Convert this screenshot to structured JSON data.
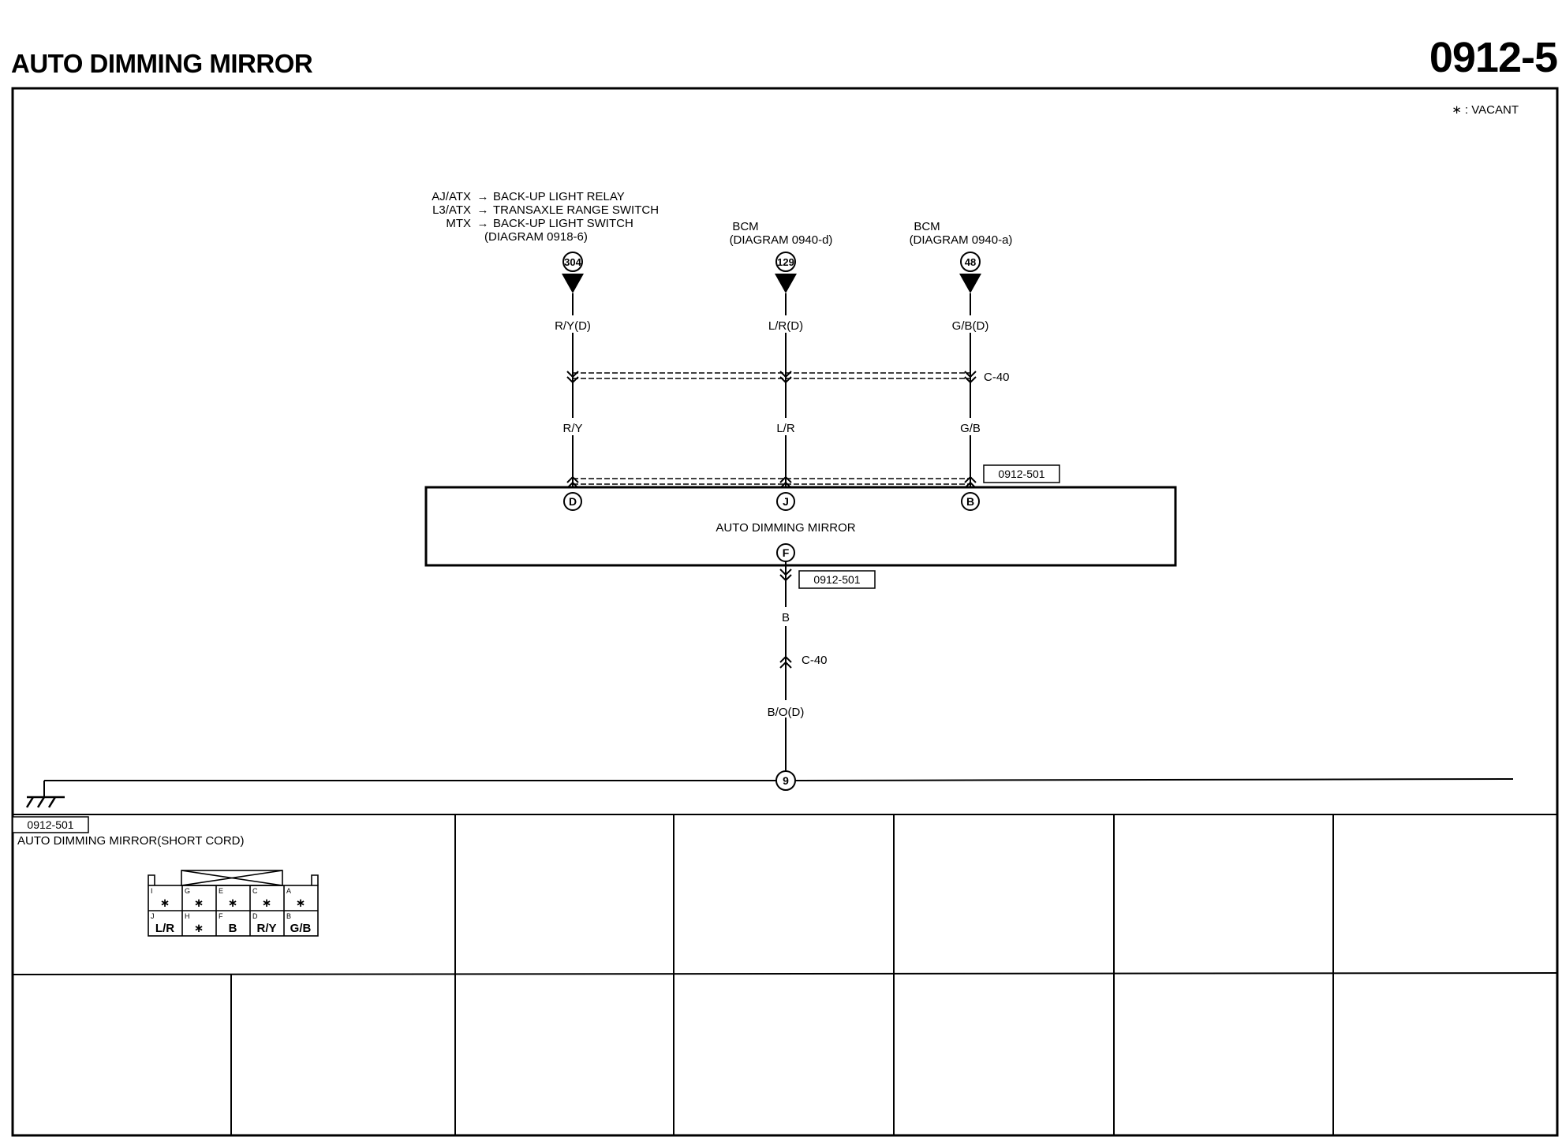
{
  "header": {
    "title": "AUTO DIMMING MIRROR",
    "page_number": "0912-5",
    "legend_note": "∗ : VACANT"
  },
  "sources": {
    "left": {
      "lines": [
        {
          "prefix": "AJ/ATX",
          "target": "BACK-UP LIGHT RELAY"
        },
        {
          "prefix": "L3/ATX",
          "target": "TRANSAXLE RANGE SWITCH"
        },
        {
          "prefix": "MTX",
          "target": "BACK-UP LIGHT SWITCH"
        }
      ],
      "diagram_ref": "(DIAGRAM 0918-6)",
      "circuit": "304"
    },
    "middle": {
      "name": "BCM",
      "diagram_ref": "(DIAGRAM 0940-d)",
      "circuit": "129"
    },
    "right": {
      "name": "BCM",
      "diagram_ref": "(DIAGRAM 0940-a)",
      "circuit": "48"
    }
  },
  "wires": {
    "upper": [
      "R/Y(D)",
      "L/R(D)",
      "G/B(D)"
    ],
    "lower": [
      "R/Y",
      "L/R",
      "G/B"
    ],
    "ground_upper": "B",
    "ground_lower": "B/O(D)"
  },
  "connectors": {
    "upper_c40": "C-40",
    "lower_c40": "C-40",
    "mirror_top_ref": "0912-501",
    "mirror_bottom_ref": "0912-501"
  },
  "component": {
    "name": "AUTO DIMMING MIRROR",
    "pins_top": [
      "D",
      "J",
      "B"
    ],
    "pin_bottom": "F"
  },
  "ground": {
    "junction": "9"
  },
  "connector_view": {
    "ref": "0912-501",
    "name": "AUTO DIMMING MIRROR(SHORT CORD)",
    "top_row": [
      {
        "pin": "I",
        "value": "∗"
      },
      {
        "pin": "G",
        "value": "∗"
      },
      {
        "pin": "E",
        "value": "∗"
      },
      {
        "pin": "C",
        "value": "∗"
      },
      {
        "pin": "A",
        "value": "∗"
      }
    ],
    "bottom_row": [
      {
        "pin": "J",
        "value": "L/R"
      },
      {
        "pin": "H",
        "value": "∗"
      },
      {
        "pin": "F",
        "value": "B"
      },
      {
        "pin": "D",
        "value": "R/Y"
      },
      {
        "pin": "B",
        "value": "G/B"
      }
    ]
  }
}
